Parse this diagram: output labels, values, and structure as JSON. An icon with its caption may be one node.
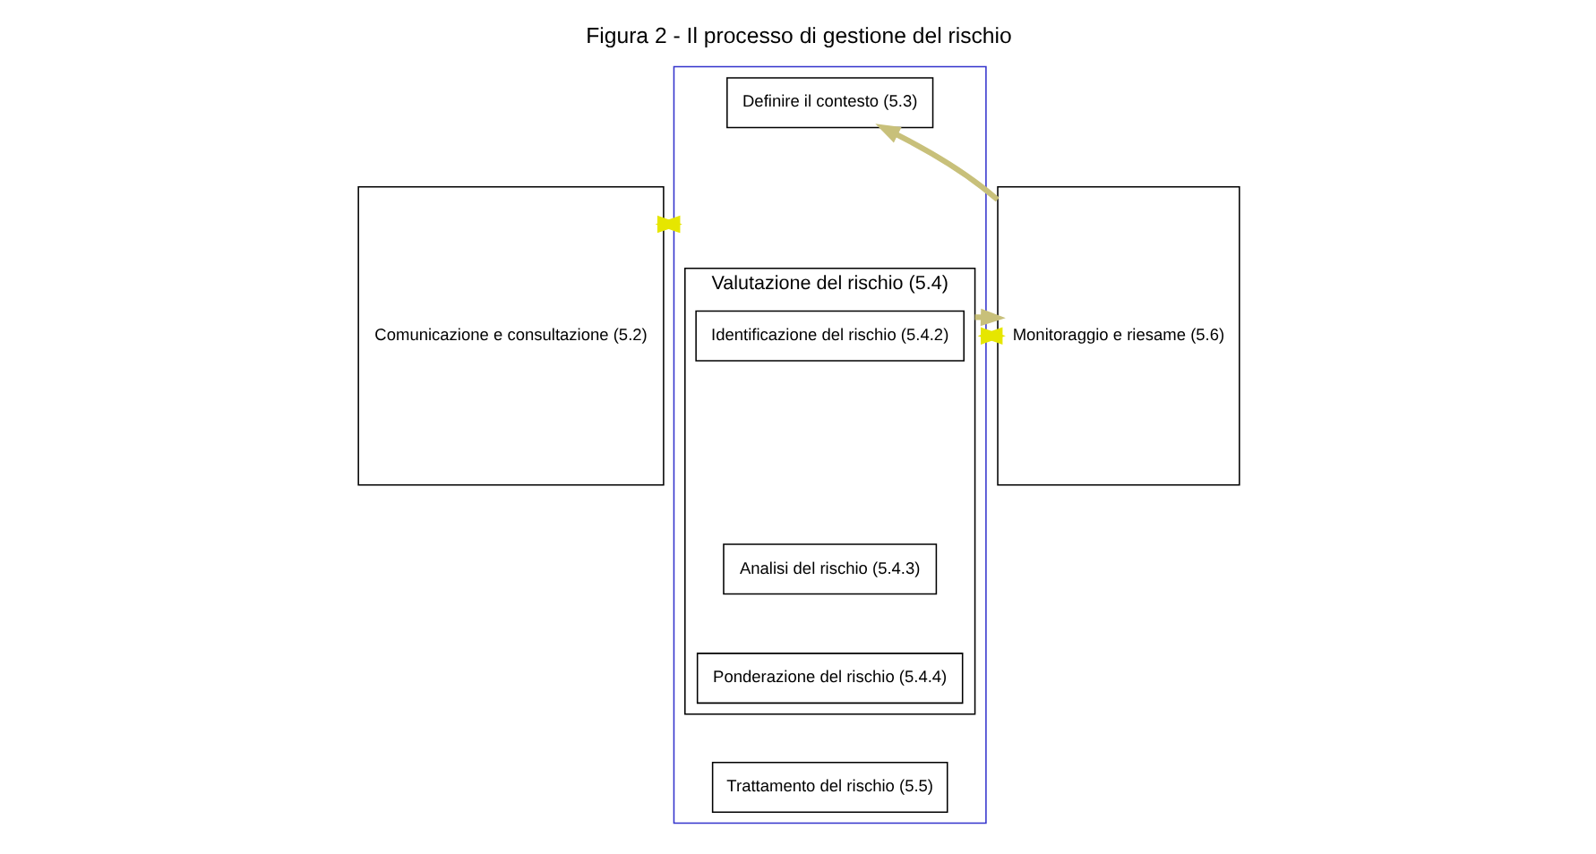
{
  "diagram": {
    "title": "Figura 2 - Il processo di gestione del rischio",
    "nodes": [
      {
        "text": [
          "Comunicazione e consultazione (5.2)"
        ]
      },
      {
        "text": [],
        "shape": "box"
      },
      {
        "text": [
          "Definire il contesto (5.3)"
        ],
        "in": 1
      },
      {
        "text": [
          "Valutazione del rischio (5.4)"
        ],
        "in": 1
      },
      {
        "text": [
          "Identificazione del rischio (5.4.2)"
        ],
        "in": 3
      },
      {
        "text": [
          "Analisi del rischio (5.4.3)"
        ],
        "in": 3
      },
      {
        "text": [
          "Ponderazione del rischio (5.4.4)"
        ],
        "in": 3
      },
      {
        "text": [
          "Trattamento del rischio (5.5)"
        ],
        "in": 1
      },
      {
        "text": [
          "Monitoraggio e riesame (5.6)"
        ]
      }
    ],
    "edges": [
      {
        "from": 0,
        "to": 1,
        "arrow": "both"
      },
      {
        "from": 1,
        "to": 8,
        "arrow": "both"
      },
      {
        "from": 8,
        "to": 2,
        "arrow": "to",
        "color": "#c8c07a"
      },
      {
        "from": 3,
        "to": 8,
        "arrow": "to",
        "color": "#c8c07a"
      }
    ]
  }
}
